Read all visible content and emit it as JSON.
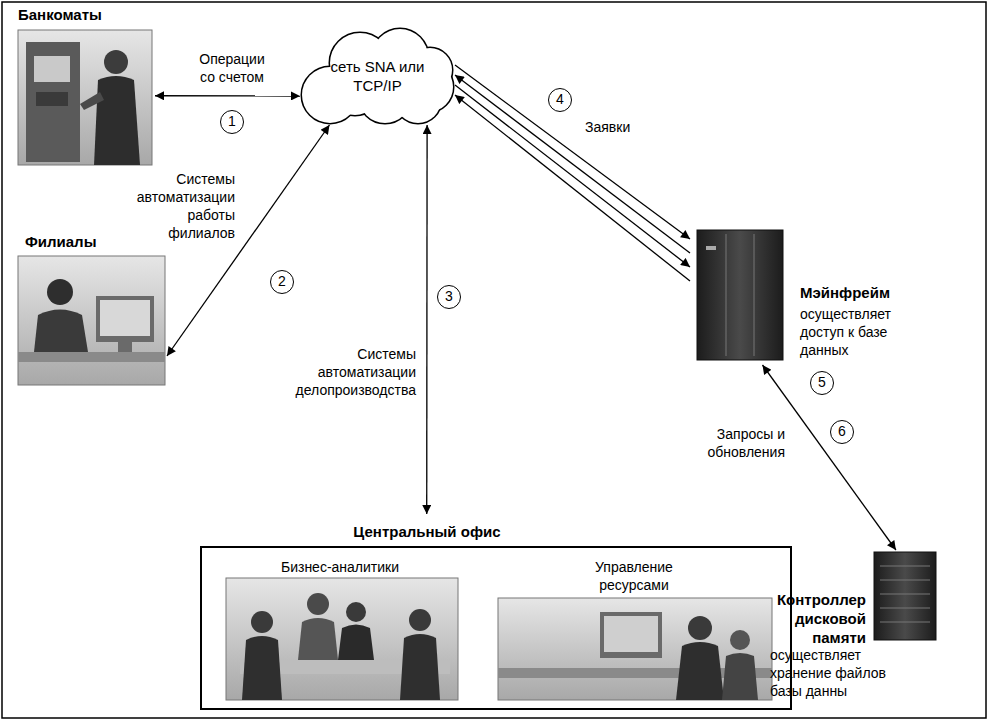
{
  "diagram": {
    "nodes": [
      {
        "text": [
          "Банкоматы"
        ]
      },
      {
        "text": [
          "сеть SNA или TCP/IP"
        ]
      },
      {
        "text": [
          "Филиалы"
        ]
      },
      {
        "text": [
          "Мэйнфрейм",
          "осуществляет доступ к базе данных"
        ]
      },
      {
        "text": [
          "Центральный офис"
        ]
      },
      {
        "text": [
          "Бизнес-аналитики"
        ],
        "in": 4
      },
      {
        "text": [
          "Управление ресурсами"
        ],
        "in": 4
      },
      {
        "text": [
          "Контроллер дисковой памяти",
          "осуществляет хранение файлов базы данны"
        ]
      }
    ],
    "edges": [
      {
        "from": 0,
        "to": 1,
        "label": "Операции со счетом",
        "arrow": "both"
      },
      {
        "from": 1,
        "to": 2,
        "label": "Системы автоматизации работы филиалов",
        "arrow": "both"
      },
      {
        "from": 1,
        "to": 4,
        "label": "Системы автоматизации делопроизводства",
        "arrow": "both"
      },
      {
        "from": 1,
        "to": 3,
        "label": "Заявки",
        "arrow": "to"
      },
      {
        "from": 3,
        "to": 1,
        "arrow": "to"
      },
      {
        "from": 1,
        "to": 3,
        "arrow": "to"
      },
      {
        "from": 3,
        "to": 1,
        "arrow": "to"
      },
      {
        "from": 3,
        "to": 7,
        "label": "Запросы и обновления",
        "arrow": "both"
      }
    ],
    "labels": [
      "1",
      "2",
      "3",
      "4",
      "5",
      "6"
    ]
  }
}
